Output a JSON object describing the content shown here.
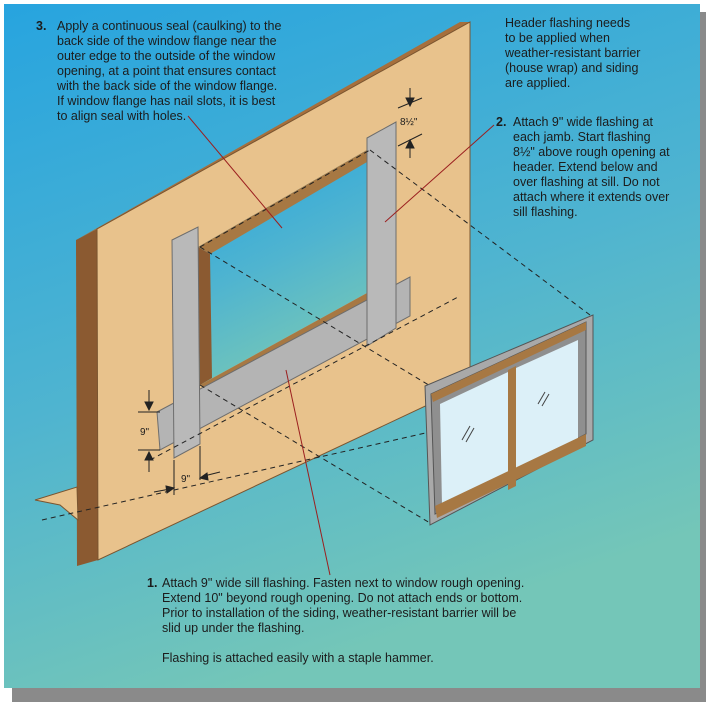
{
  "colors": {
    "background_top": "#2aa7e0",
    "background_bottom": "#6fc3bd",
    "wall_face": "#e7c18b",
    "wall_edge": "#8a5a33",
    "flashing": "#b3b3b3",
    "window_frame": "#9a9a9a",
    "window_glass": "#d9eef7",
    "window_wood": "#a77843",
    "callout_line": "#9b1f1f"
  },
  "icons": [
    "glass-reflection-icon"
  ],
  "notes": {
    "step3": {
      "number": "3.",
      "lines": [
        "Apply a continuous seal (caulking) to the",
        "back side of the window flange near the",
        "outer edge to the outside of the window",
        "opening, at a point that ensures contact",
        "with the back side of the window flange.",
        "If window flange has nail slots, it is best",
        "to align seal with holes."
      ]
    },
    "header": {
      "lines": [
        "Header flashing needs",
        "to be applied when",
        "weather-resistant barrier",
        "(house wrap) and siding",
        "are applied."
      ]
    },
    "step2": {
      "number": "2.",
      "lines": [
        "Attach 9\" wide flashing at",
        "each jamb. Start flashing",
        "8½\" above rough opening at",
        "header. Extend below and",
        "over flashing at sill. Do not",
        "attach where it extends over",
        "sill flashing."
      ]
    },
    "step1": {
      "number": "1.",
      "lines": [
        "Attach 9\" wide sill flashing. Fasten next to window rough opening.",
        "Extend 10\" beyond rough opening. Do not attach ends or bottom.",
        "Prior to installation of the siding, weather-resistant barrier will be",
        "slid up under the flashing."
      ],
      "extra": "Flashing is attached easily with a staple hammer."
    }
  },
  "dimensions": {
    "header_offset": "8½\"",
    "sill_height": "9\"",
    "jamb_width": "9\""
  }
}
